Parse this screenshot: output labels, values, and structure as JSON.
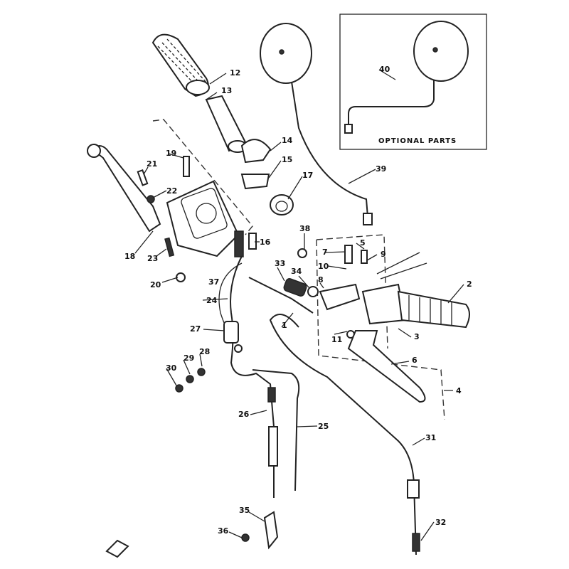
{
  "diagram": {
    "optional_box_label": "OPTIONAL PARTS",
    "callouts": [
      "12",
      "13",
      "14",
      "15",
      "17",
      "16",
      "19",
      "21",
      "22",
      "18",
      "23",
      "20",
      "37",
      "24",
      "33",
      "34",
      "8",
      "10",
      "7",
      "5",
      "9",
      "38",
      "2",
      "3",
      "11",
      "1",
      "6",
      "4",
      "27",
      "28",
      "29",
      "30",
      "26",
      "25",
      "31",
      "32",
      "35",
      "36",
      "39",
      "40"
    ]
  }
}
